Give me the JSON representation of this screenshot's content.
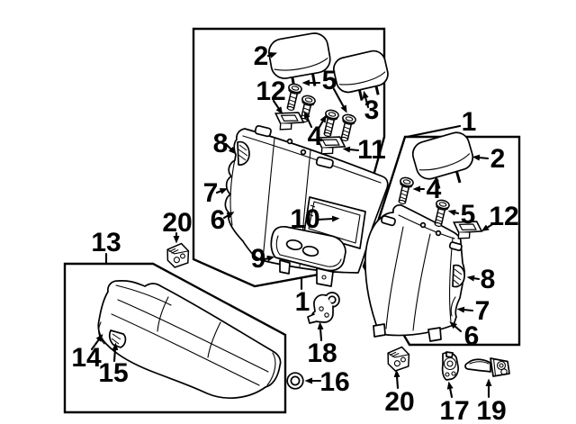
{
  "diagram": {
    "type": "exploded-parts-diagram",
    "subject": "rear-seat-assembly-line-art",
    "colors": {
      "line": "#000000",
      "background": "#ffffff"
    },
    "group_boxes": [
      {
        "id": "center-box",
        "content": "seat back with armrest, headrests, bolts, guides"
      },
      {
        "id": "right-box",
        "content": "single seat back with headrest, bolts, guide"
      },
      {
        "id": "left-box",
        "content": "seat cushion"
      }
    ],
    "callouts": [
      {
        "id": "center-headrest-left",
        "label": "2"
      },
      {
        "id": "center-guide-pins-free",
        "label": "5"
      },
      {
        "id": "center-guide-left",
        "label": "12"
      },
      {
        "id": "center-guide-pins-lock",
        "label": "4"
      },
      {
        "id": "center-headrest-right",
        "label": "3"
      },
      {
        "id": "center-guide-right",
        "label": "11"
      },
      {
        "id": "center-side-cap",
        "label": "8"
      },
      {
        "id": "center-side-bolster",
        "label": "7"
      },
      {
        "id": "center-lower-trim",
        "label": "6"
      },
      {
        "id": "center-armrest-cavity",
        "label": "10"
      },
      {
        "id": "center-armrest",
        "label": "9"
      },
      {
        "id": "center-seat-back-assy",
        "label": "1"
      },
      {
        "id": "center-bracket-upper",
        "label": "20"
      },
      {
        "id": "cushion-assy",
        "label": "13"
      },
      {
        "id": "cushion-corner",
        "label": "14"
      },
      {
        "id": "cushion-latch",
        "label": "15"
      },
      {
        "id": "grommet",
        "label": "16"
      },
      {
        "id": "hinge-bracket-center",
        "label": "18"
      },
      {
        "id": "right-seat-back-assy",
        "label": "1"
      },
      {
        "id": "right-headrest",
        "label": "2"
      },
      {
        "id": "right-guide-pin-lock",
        "label": "4"
      },
      {
        "id": "right-guide-pin-free",
        "label": "5"
      },
      {
        "id": "right-guide",
        "label": "12"
      },
      {
        "id": "right-side-cap",
        "label": "8"
      },
      {
        "id": "right-side-bolster",
        "label": "7"
      },
      {
        "id": "right-lower-trim",
        "label": "6"
      },
      {
        "id": "right-bracket-lower",
        "label": "20"
      },
      {
        "id": "hinge-bracket-17",
        "label": "17"
      },
      {
        "id": "hinge-bracket-19",
        "label": "19"
      }
    ]
  }
}
